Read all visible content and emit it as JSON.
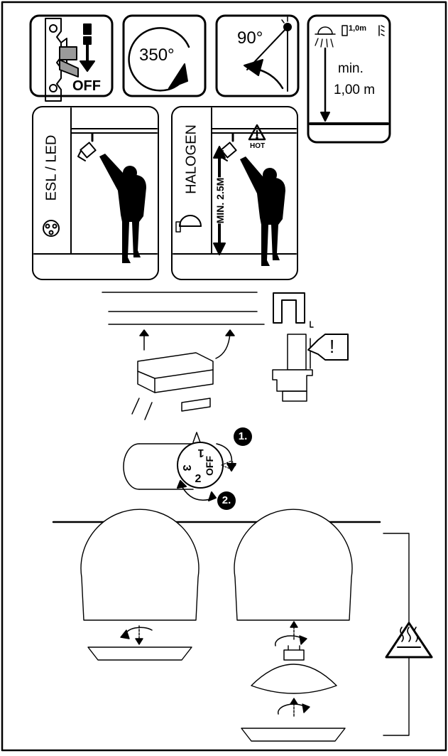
{
  "panels": {
    "breaker": {
      "label": "OFF"
    },
    "rotate": {
      "label": "350°"
    },
    "tilt": {
      "label": "90°"
    },
    "distance": {
      "legend": "1,0m",
      "line1": "min.",
      "line2": "1,00 m"
    },
    "esl": {
      "label": "ESL / LED"
    },
    "halogen": {
      "label": "HALOGEN",
      "height": "MIN. 2.5M",
      "hot": "HOT"
    }
  },
  "mounting": {
    "warning": "!"
  },
  "dial": {
    "labels": {
      "off": "OFF",
      "p1": "1",
      "p2": "2",
      "p3": "3"
    },
    "steps": [
      "1.",
      "2."
    ]
  },
  "colors": {
    "ink": "#000000",
    "panel_fill": "#ffffff",
    "breaker_grey": "#9a9a9a"
  }
}
